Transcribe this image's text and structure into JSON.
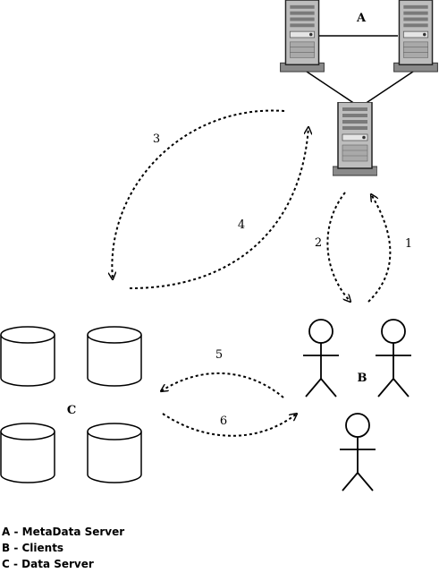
{
  "groups": {
    "metadata": {
      "letter": "A"
    },
    "clients": {
      "letter": "B"
    },
    "data_servers": {
      "letter": "C"
    }
  },
  "arrows": [
    {
      "step": "1",
      "from": "clients",
      "to": "metadata"
    },
    {
      "step": "2",
      "from": "metadata",
      "to": "clients"
    },
    {
      "step": "3",
      "from": "metadata",
      "to": "data_servers"
    },
    {
      "step": "4",
      "from": "data_servers",
      "to": "metadata"
    },
    {
      "step": "5",
      "from": "clients",
      "to": "data_servers"
    },
    {
      "step": "6",
      "from": "data_servers",
      "to": "clients"
    }
  ],
  "legend": [
    "A - MetaData Server",
    "B - Clients",
    "C - Data Server"
  ]
}
